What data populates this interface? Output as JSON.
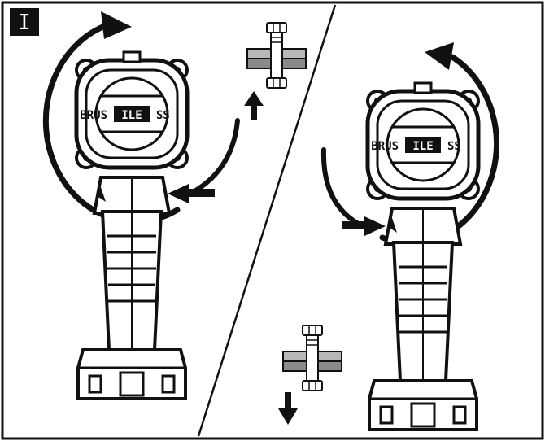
{
  "figure": {
    "step_label": "I",
    "left_panel": {
      "brand_text": {
        "left": "BRUS",
        "mid": "ILE",
        "right": "SS"
      },
      "rotation": "clockwise",
      "motion": "up"
    },
    "right_panel": {
      "brand_text": {
        "left": "BRUS",
        "mid": "ILE",
        "right": "SS"
      },
      "rotation": "counter-clockwise",
      "motion": "down"
    }
  },
  "colors": {
    "ink": "#111111",
    "paper": "#ffffff",
    "plate_gray": "#b8b8b8",
    "plate_dark": "#8a8a8a"
  }
}
